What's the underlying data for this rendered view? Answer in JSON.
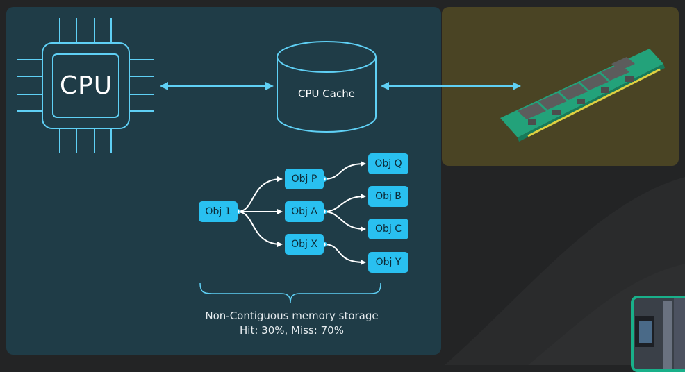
{
  "cpu": {
    "label": "CPU"
  },
  "cache": {
    "label": "CPU Cache"
  },
  "nodes": {
    "obj1": "Obj 1",
    "objP": "Obj P",
    "objA": "Obj A",
    "objX": "Obj X",
    "objQ": "Obj Q",
    "objB": "Obj B",
    "objC": "Obj C",
    "objY": "Obj Y"
  },
  "caption": {
    "line1": "Non-Contiguous memory storage",
    "line2": "Hit: 30%, Miss: 70%"
  },
  "colors": {
    "background": "#232425",
    "panel": "#1f3c47",
    "ram_panel": "#4a4424",
    "accent": "#29c0f0",
    "outline": "#5fd0f5",
    "ram_board": "#23a27a",
    "ram_chip": "#5a5a5a",
    "webcam_border": "#19b08a"
  },
  "icons": [
    "cpu-chip-icon",
    "database-cylinder-icon",
    "ram-stick-icon",
    "double-arrow-icon"
  ]
}
